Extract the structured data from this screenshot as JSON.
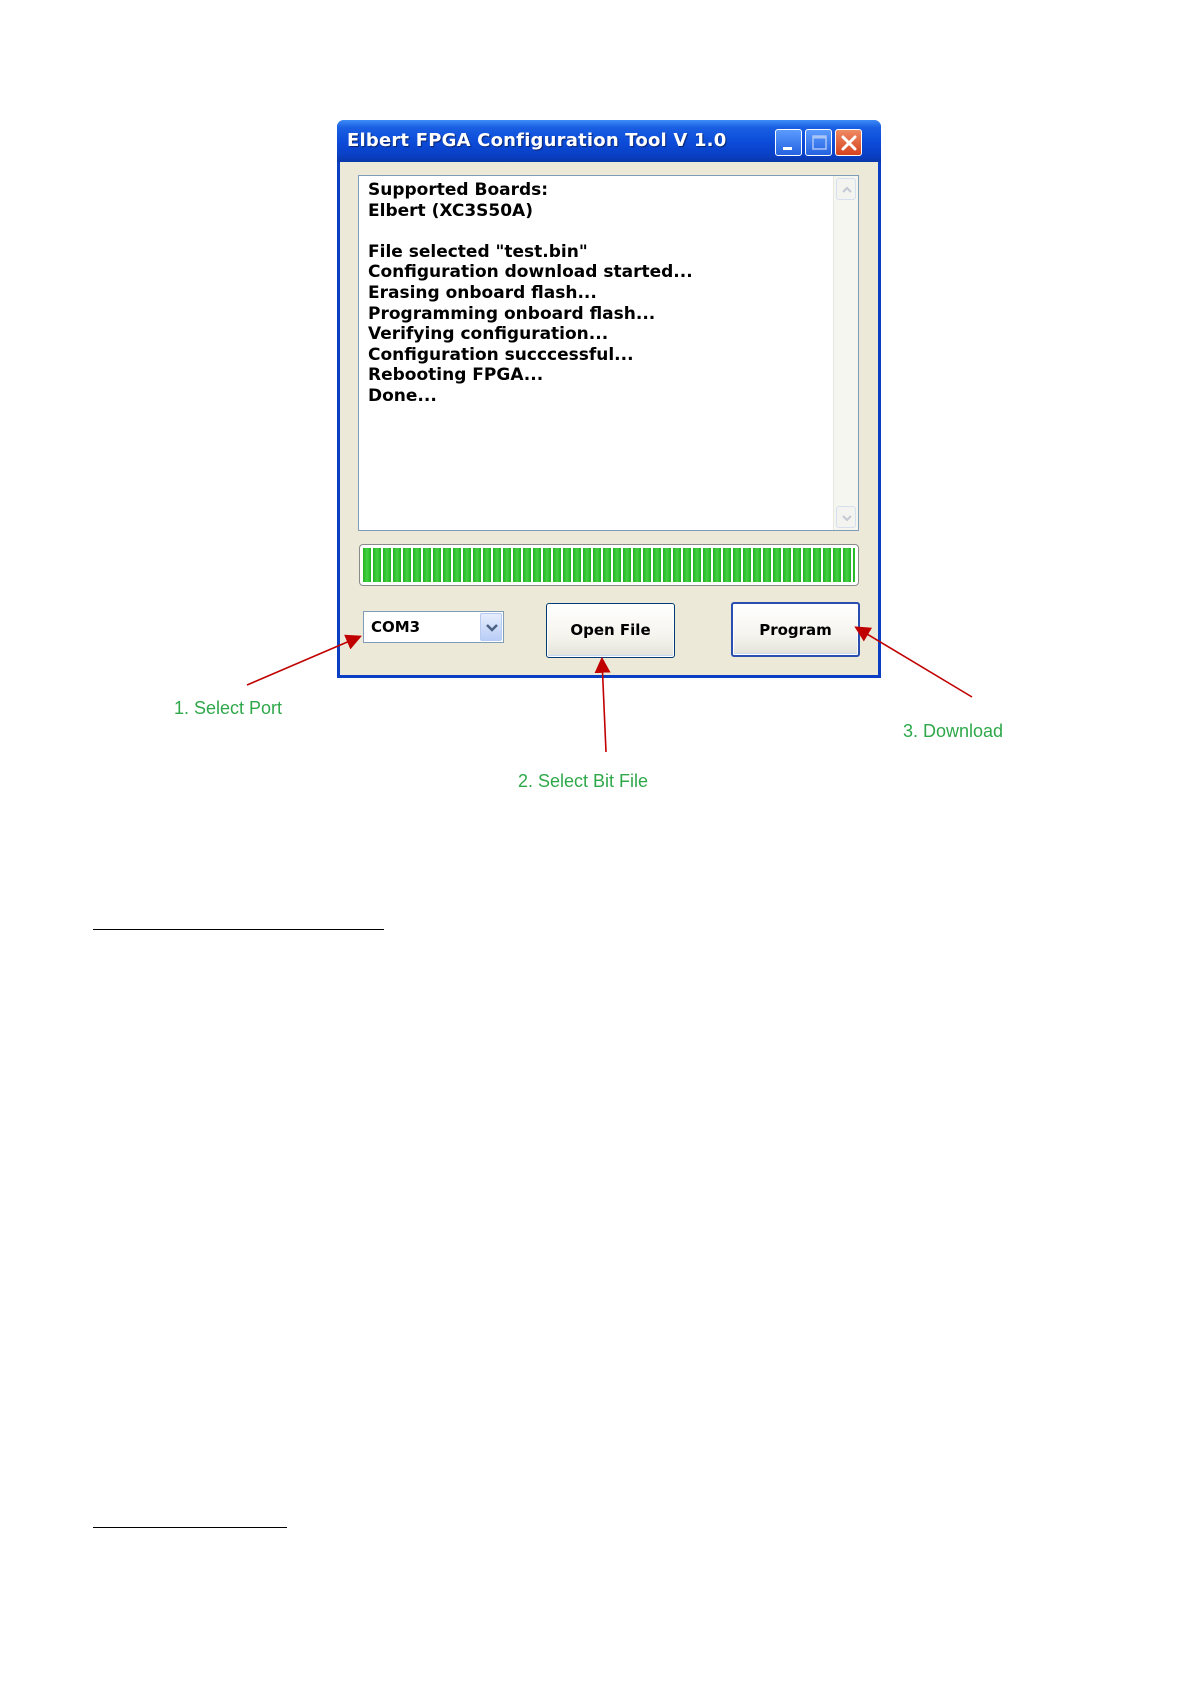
{
  "window": {
    "title": "Elbert FPGA Configuration Tool V 1.0",
    "titlebar_color": "#0a3fc4"
  },
  "log": {
    "lines": [
      "Supported Boards:",
      "Elbert (XC3S50A)",
      "",
      "File selected \"test.bin\"",
      "Configuration download started...",
      "Erasing onboard flash...",
      "Programming onboard flash...",
      "Verifying configuration...",
      "Configuration succcessful...",
      "Rebooting FPGA...",
      "Done..."
    ]
  },
  "progress": {
    "value_percent": 100,
    "fill_color": "#21b421"
  },
  "controls": {
    "port_value": "COM3",
    "open_file_label": "Open File",
    "program_label": "Program"
  },
  "annotations": {
    "step1": "1. Select Port",
    "step2": "2. Select Bit File",
    "step3": "3. Download",
    "arrow_color": "#c00000",
    "label_color": "#2ea84a"
  }
}
